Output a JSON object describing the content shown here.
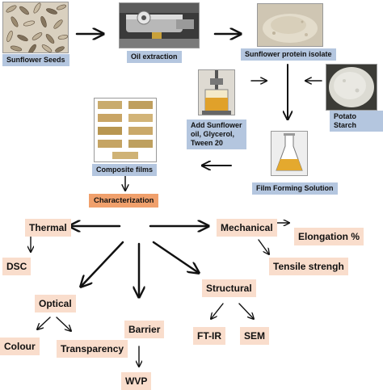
{
  "process": {
    "sunflower_seeds": "Sunflower Seeds",
    "oil_extraction": "Oil extraction",
    "protein_isolate": "Sunflower protein isolate",
    "potato_starch": "Potato Starch",
    "add_line1": "Add Sunflower",
    "add_line2": "oil, Glycerol,",
    "add_line3": "Tween 20",
    "film_forming": "Film Forming Solution",
    "composite_films": "Composite films",
    "characterization": "Characterization"
  },
  "properties": {
    "thermal": "Thermal",
    "dsc": "DSC",
    "mechanical": "Mechanical",
    "elongation": "Elongation %",
    "tensile": "Tensile strengh",
    "optical": "Optical",
    "colour": "Colour",
    "transparency": "Transparency",
    "barrier": "Barrier",
    "wvp": "WVP",
    "structural": "Structural",
    "ftir": "FT-IR",
    "sem": "SEM"
  },
  "colors": {
    "label_blue": "#b4c6df",
    "label_peach": "#f9ddcc",
    "label_orange": "#f0a06c",
    "arrow": "#111111"
  }
}
